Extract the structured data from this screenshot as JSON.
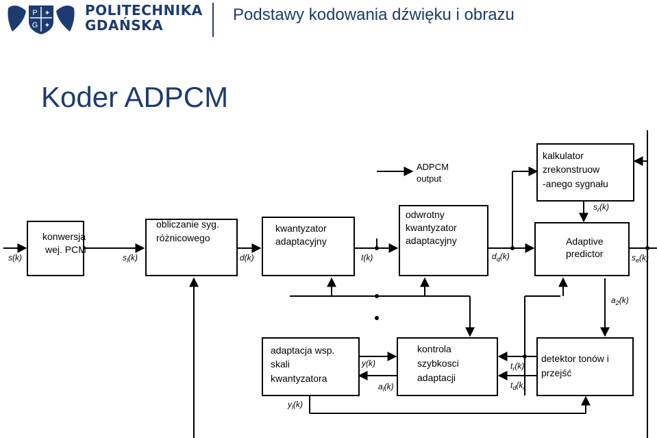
{
  "header": {
    "logo_line1": "POLITECHNIKA",
    "logo_line2": "GDAŃSKA",
    "logo_emblem_letters": [
      "P",
      "G"
    ],
    "course_title": "Podstawy kodowania dźwięku i obrazu"
  },
  "slide_title": "Koder ADPCM",
  "diagram": {
    "blocks": {
      "pcm": [
        "konwersja",
        "wej. PCM"
      ],
      "diff": [
        "obliczanie syg.",
        "różnicowego"
      ],
      "quant": [
        "kwantyzator",
        "adaptacyjny"
      ],
      "invquant": [
        "odwrotny",
        "kwantyzator",
        "adaptacyjny"
      ],
      "recon": [
        "kalkulator",
        "zrekonstruow",
        "-anego sygnału"
      ],
      "predictor": [
        "Adaptive",
        "predictor"
      ],
      "scale": [
        "adaptacja wsp.",
        "skali",
        "kwantyzatora"
      ],
      "speed": [
        "kontrola",
        "szybkosci",
        "adaptacji"
      ],
      "tone": [
        "detektor tonów i",
        "przejść"
      ]
    },
    "output_label": [
      "ADPCM",
      "output"
    ],
    "signals": {
      "s": {
        "base": "s(k)",
        "sub": ""
      },
      "sl": {
        "base": "s",
        "sub": "l",
        "tail": "(k)"
      },
      "d": {
        "base": "d(k)",
        "sub": ""
      },
      "I": {
        "base": "I(k)",
        "sub": ""
      },
      "dq": {
        "base": "d",
        "sub": "q",
        "tail": "(k)"
      },
      "sr": {
        "base": "s",
        "sub": "r",
        "tail": "(k)"
      },
      "se": {
        "base": "s",
        "sub": "e",
        "tail": "(k)"
      },
      "a2": {
        "base": "a",
        "sub": "2",
        "tail": "(k)"
      },
      "y": {
        "base": "y(k)",
        "sub": ""
      },
      "al": {
        "base": "a",
        "sub": "l",
        "tail": "(k)"
      },
      "tr": {
        "base": "t",
        "sub": "r",
        "tail": "(k)"
      },
      "td": {
        "base": "t",
        "sub": "d",
        "tail": "(k)"
      },
      "yl": {
        "base": "y",
        "sub": "l",
        "tail": "(k)"
      }
    }
  }
}
